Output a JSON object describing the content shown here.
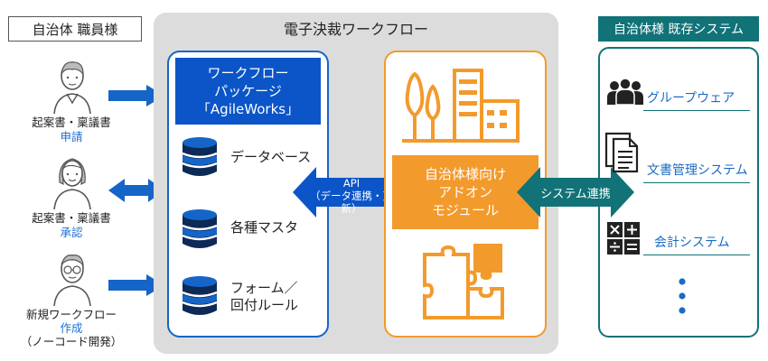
{
  "staff": {
    "title": "自治体 職員様",
    "roles": [
      {
        "doc": "起案書・稟議書",
        "action": "申請"
      },
      {
        "doc": "起案書・稟議書",
        "action": "承認"
      },
      {
        "doc": "新規ワークフロー",
        "action": "作成",
        "note": "（ノーコード開発）"
      }
    ]
  },
  "workflow": {
    "title": "電子決裁ワークフロー",
    "package": {
      "lines": [
        "ワークフロー",
        "パッケージ",
        "「AgileWorks」"
      ],
      "components": [
        {
          "lines": [
            "データベース"
          ],
          "icon": "database-icon"
        },
        {
          "lines": [
            "各種マスタ"
          ],
          "icon": "database-icon"
        },
        {
          "lines": [
            "フォーム／",
            "回付ルール"
          ],
          "icon": "database-icon"
        }
      ]
    },
    "api": {
      "line1": "API",
      "line2": "（データ連携・更新）"
    },
    "addon": {
      "lines": [
        "自治体様向け",
        "アドオン",
        "モジュール"
      ],
      "icons": [
        "building-trees-icon",
        "puzzle-icon"
      ]
    }
  },
  "systems": {
    "title": "自治体様 既存システム",
    "link_label": "システム連携",
    "items": [
      {
        "label": "グループウェア",
        "icon": "group-icon"
      },
      {
        "label": "文書管理システム",
        "icon": "document-icon"
      },
      {
        "label": "会計システム",
        "icon": "calculator-icon"
      }
    ],
    "more": "⋮"
  },
  "colors": {
    "blue": "#1565c8",
    "blue_dark": "#0b55c8",
    "orange": "#f39a2c",
    "teal": "#117277",
    "link_blue": "#1a6fd4",
    "panel_gray": "#dcdcdc"
  }
}
